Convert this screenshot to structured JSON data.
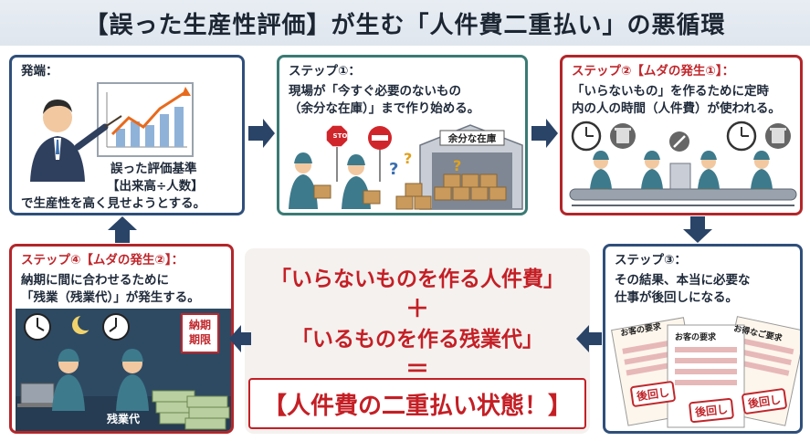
{
  "title": "【誤った生産性評価】が生む「人件費二重払い」の悪循環",
  "box_origin": {
    "heading": "発端：",
    "line1": "誤った評価基準",
    "line2": "【出来高÷人数】",
    "line3": "で生産性を高く見せようとする。"
  },
  "box_step1": {
    "heading": "ステップ①：",
    "line1": "現場が「今すぐ必要のないもの",
    "line2": "（余分な在庫）」まで作り始める。",
    "stop_sign": "STOP",
    "warehouse_sign": "余分な在庫"
  },
  "box_step2": {
    "heading": "ステップ②【ムダの発生①】：",
    "line1": "「いらないもの」を作るために定時",
    "line2": "内の人の時間（人件費）が使われる。"
  },
  "box_step3": {
    "heading": "ステップ③：",
    "line1": "その結果、本当に必要な",
    "line2": "仕事が後回しになる。",
    "doc1_title": "お客の要求",
    "doc2_title": "お客の要求",
    "doc3_title": "お得なご要求",
    "stamp": "後回し"
  },
  "box_step4": {
    "heading": "ステップ④【ムダの発生②】：",
    "line1": "納期に間に合わせるために",
    "line2": "「残業（残業代）」が発生する。",
    "deadline_sign": "納期期限",
    "money_label": "残業代"
  },
  "center": {
    "line1": "「いらないものを作る人件費」",
    "plus": "＋",
    "line2": "「いるものを作る残業代」",
    "equals": "＝",
    "final": "【人件費の二重払い状態！】"
  },
  "colors": {
    "navy": "#2f4f7a",
    "teal": "#3a7a74",
    "red": "#c41f25",
    "arrow": "#2a4468"
  }
}
